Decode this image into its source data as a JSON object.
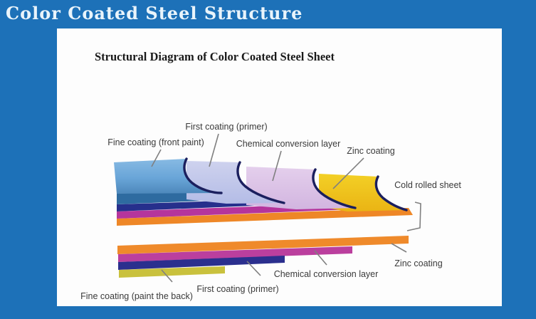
{
  "header": {
    "title": "Color Coated Steel Structure"
  },
  "diagram": {
    "title": "Structural Diagram of Color Coated Steel Sheet",
    "top_labels": {
      "fine_coating_front": "Fine coating (front paint)",
      "first_coating": "First coating (primer)",
      "chemical_conversion": "Chemical conversion layer",
      "zinc_coating": "Zinc coating",
      "cold_rolled_sheet": "Cold rolled sheet"
    },
    "bottom_labels": {
      "zinc_coating": "Zinc coating",
      "chemical_conversion": "Chemical conversion layer",
      "first_coating": "First coating (primer)",
      "fine_coating_back": "Fine coating (paint the back)"
    },
    "colors": {
      "background_blue": "#1d71b8",
      "header_text": "#e9f4fb",
      "front_paint_surface": "#69a5d8",
      "front_paint_edge": "#2e6ba0",
      "primer_surface": "#c4c8e8",
      "primer_edge": "#262f8c",
      "chemical_surface": "#ddc5e7",
      "chemical_edge": "#b5359c",
      "zinc_surface": "#f1ca1f",
      "steel_sheet_orange": "#ee8727",
      "back_paint_olive": "#c9c13d",
      "curl_shadow": "#1b1f5e"
    }
  }
}
